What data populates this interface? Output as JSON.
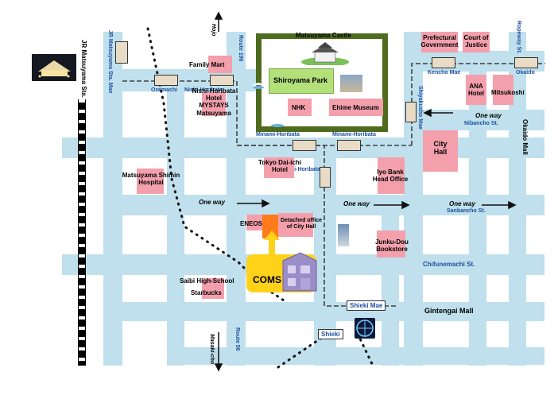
{
  "landmarks": {
    "castle": "Matsuyama Castle",
    "park": "Shiroyama Park",
    "nhk": "NHK",
    "ehime_museum": "Ehime Museum",
    "family_mart": "Family Mart",
    "hotel_mystays": "Nishi-Horibata\nHotel\nMYSTAYS\nMatsuyama",
    "tokyo_daiichi": "Tokyo Dai-ichi\nHotel",
    "shimin_hospital": "Matsuyama Shimin\nHospital",
    "iyo_bank": "Iyo Bank\nHead Office",
    "city_hall": "City\nHall",
    "pref_gov": "Prefectural\nGovernment",
    "court": "Court of\nJustice",
    "ana_hotel": "ANA\nHotel",
    "mitsukoshi": "Mitsukoshi",
    "eneos": "ENEOS",
    "detached_office": "Detached office\nof City Hall",
    "junku_dou": "Junku-Dou\nBookstore",
    "saibi": "Saibi High-School",
    "starbucks": "Starbucks",
    "coms": "COMS"
  },
  "stations": {
    "jr": "JR Matsuyama Sta.",
    "okaido": "Okaido",
    "ropeway": "Ropeway St.",
    "kencho_mae": "Kencho Mae",
    "ozemachi": "Ozemachi",
    "nishi_horibata": "Nishi-Horibata",
    "minami_horibata": "Minami-Horibata",
    "minami_horibata_2": "Minami-Horibata",
    "minami_horibata_3": "Minami-Horibata",
    "shiyakusho_mae": "Shiyakusho Mae",
    "shieki_mae": "Shieki Mae",
    "shieki": "Shieki",
    "jr_matsuyama_sta_mae": "JR Matsuyama Sta. Mae"
  },
  "streets": {
    "one_way_1": "One way",
    "one_way_2": "One way",
    "one_way_3": "One way",
    "one_way_4": "One way",
    "nibancho": "Nibancho St.",
    "sanbancho": "Sanbancho St.",
    "chifunemachi": "Chifunemachi St.",
    "gintengai": "Gintengai Mall",
    "okaido_mall": "Okaido Mall",
    "route196": "Route 196",
    "route56": "Route 56",
    "hojo": "Hojo",
    "masaki": "Masaki-cho"
  },
  "colors": {
    "road": "#bfe0ec",
    "building": "#f3a0ac",
    "castle_wall": "#4e6b1e",
    "park": "#b4e07a",
    "coms": "#ffd21a",
    "tram_stop": "#e9dcc6",
    "label_blue": "#1f4fa0"
  }
}
